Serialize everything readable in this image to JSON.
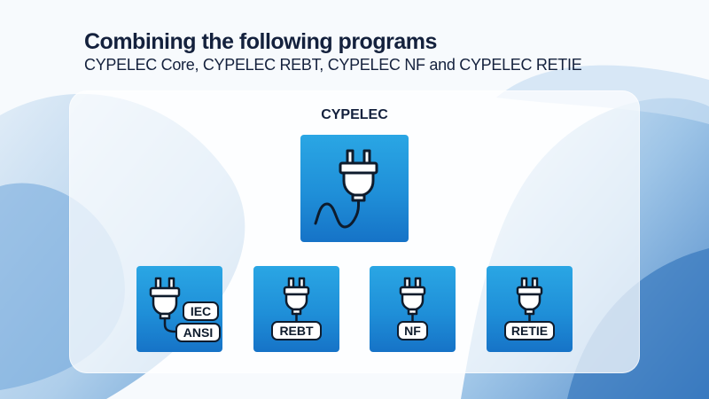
{
  "header": {
    "title": "Combining the following programs",
    "subtitle": "CYPELEC Core, CYPELEC REBT, CYPELEC NF and CYPELEC RETIE"
  },
  "main": {
    "label": "CYPELEC",
    "icon": "plug-with-cable-icon"
  },
  "modules": [
    {
      "tags": [
        "IEC",
        "ANSI"
      ],
      "icon": "plug-icon"
    },
    {
      "tags": [
        "REBT"
      ],
      "icon": "plug-icon"
    },
    {
      "tags": [
        "NF"
      ],
      "icon": "plug-icon"
    },
    {
      "tags": [
        "RETIE"
      ],
      "icon": "plug-icon"
    }
  ],
  "colors": {
    "tile_top": "#2aa6e4",
    "tile_bottom": "#1673c7",
    "text": "#14213d"
  }
}
